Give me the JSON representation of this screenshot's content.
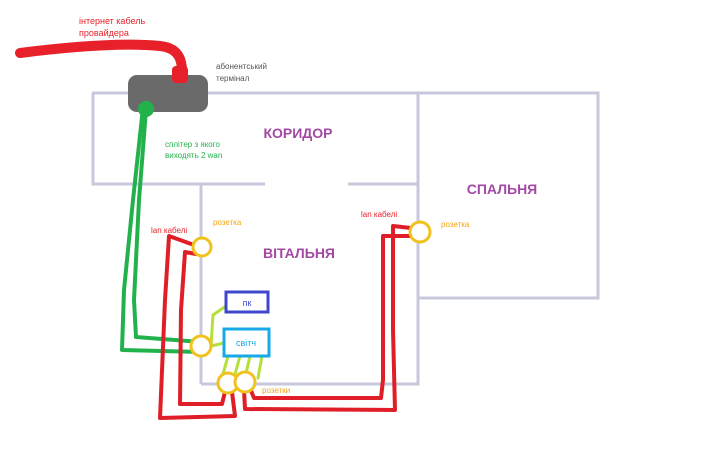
{
  "colors": {
    "background": "#ffffff",
    "wall": "#c8c8dc",
    "internet_cable": "#e8202a",
    "wan_cable": "#22b24c",
    "lan_cable": "#e01e28",
    "pc_link": "#b4e03c",
    "socket": "#f2c21c",
    "terminal": "#6a6a6a",
    "room_label": "#a349a4",
    "pc_box": "#3f48cc",
    "switch_box": "#16a8e8",
    "note_red": "#e8202a",
    "note_green": "#22b24c",
    "note_grey": "#555555",
    "note_orange": "#f5a418"
  },
  "rooms": {
    "corridor": "КОРИДОР",
    "bedroom": "СПАЛЬНЯ",
    "living_room": "ВІТАЛЬНЯ"
  },
  "annotations": {
    "internet_cable_line1": "інтернет кабель",
    "internet_cable_line2": "провайдера",
    "terminal_line1": "абонентський",
    "terminal_line2": "термінал",
    "splitter_line1": "сплітер з якого",
    "splitter_line2": "виходять 2 wan",
    "lan_left": "lan кабелі",
    "lan_right": "lan кабелі",
    "socket_left": "розетка",
    "socket_right": "розетка",
    "sockets_bottom": "розетки"
  },
  "devices": {
    "pc": "пк",
    "switch": "світч"
  }
}
